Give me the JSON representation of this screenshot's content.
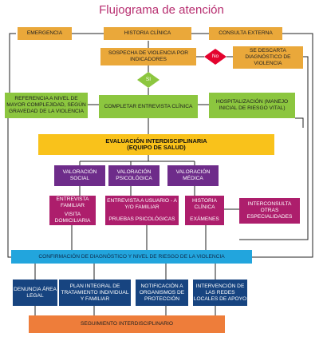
{
  "title": "Flujograma de atención",
  "row1": {
    "emergencia": "EMERGENCIA",
    "historia": "HISTORIA CLÍNICA",
    "consulta": "CONSULTA EXTERNA"
  },
  "sospecha": "SOSPECHA DE VIOLENCIA POR INDICADORES",
  "no_label": "No",
  "descarta": "SE DESCARTA DIAGNÓSTICO DE VIOLENCIA",
  "si_label": "SI",
  "row3": {
    "referencia": "REFERENCIA A NIVEL DE MAYOR COMPLEJIDAD, SEGÚN GRAVEDAD DE LA VIOLENCIA",
    "completar": "COMPLETAR ENTREVISTA CLÍNICA",
    "hospitalizacion": "HOSPITALIZACIÓN (MANEJO INICIAL DE RIESGO VITAL)"
  },
  "evaluacion": {
    "line1": "EVALUACIÓN INTERDISCIPLINARIA",
    "line2": "(EQUIPO DE SALUD)"
  },
  "valoracion": {
    "social": "VALORACIÓN SOCIAL",
    "psicologica": "VALORACIÓN PSICOLÓGICA",
    "medica": "VALORACIÓN MÉDICA"
  },
  "detalles": {
    "social_1": "ENTREVISTA FAMILIAR",
    "social_2": "VISITA DOMICILIARIA",
    "psico_1": "ENTREVISTA A USUARIO - A Y/O FAMILIAR",
    "psico_2": "PRUEBAS PSICOLÓGICAS",
    "medica_1": "HISTORIA CLÍNICA",
    "medica_2": "EXÁMENES",
    "interconsulta": "INTERCONSULTA OTRAS ESPECIALIDADES"
  },
  "confirmacion": "CONFIRMACIÓN DE DIAGNÓSTICO Y NIVEL DE RIESGO DE LA VIOLENCIA",
  "acciones": {
    "denuncia": "DENUNCIA ÁREA LEGAL",
    "plan": "PLAN INTEGRAL DE TRATAMIENTO INDIVIDUAL Y FAMILIAR",
    "notificacion": "NOTIFICACIÓN A ORGANISMOS DE PROTECCIÓN",
    "intervencion": "INTERVENCIÓN DE LAS REDES LOCALES DE APOYO"
  },
  "seguimiento": "SEGUIMIENTO INTERDISCIPLINARIO",
  "colors": {
    "orange": "#eaa83a",
    "green": "#8cc63f",
    "yellow": "#f9c21b",
    "purple": "#6e2c8a",
    "magenta": "#ad1e6c",
    "navy": "#174480",
    "cyan": "#22a5dd",
    "red": "#e4032e",
    "line": "#222222"
  }
}
